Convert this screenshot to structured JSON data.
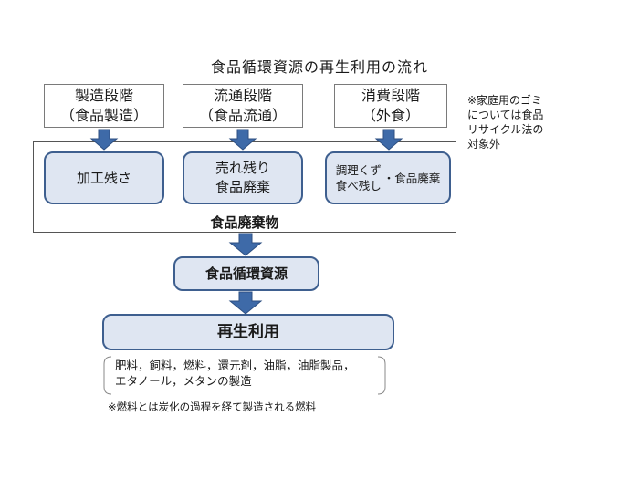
{
  "title": "食品循環資源の再生利用の流れ",
  "stages": [
    {
      "line1": "製造段階",
      "line2": "（食品製造）"
    },
    {
      "line1": "流通段階",
      "line2": "（食品流通）"
    },
    {
      "line1": "消費段階",
      "line2": "（外食）"
    }
  ],
  "note": {
    "lines": [
      "※家庭用のゴミ",
      "については食品",
      "リサイクル法の",
      "対象外"
    ]
  },
  "wastes": [
    {
      "line1": "加工残さ",
      "line2": ""
    },
    {
      "line1": "売れ残り",
      "line2": "食品廃棄"
    },
    {
      "line1": "調理くず",
      "line2": "食べ残し",
      "side": "・食品廃棄"
    }
  ],
  "waste_group_label": "食品廃棄物",
  "resource": "食品循環資源",
  "recycle": "再生利用",
  "uses": {
    "line1": "肥料，飼料，燃料，還元剤，油脂，油脂製品，",
    "line2": "エタノール，メタンの製造"
  },
  "footnote": "※燃料とは炭化の過程を経て製造される燃料",
  "colors": {
    "accent": "#3e6aa8",
    "pill_fill": "#dfe6f2",
    "pill_border": "#3e5f8f"
  }
}
